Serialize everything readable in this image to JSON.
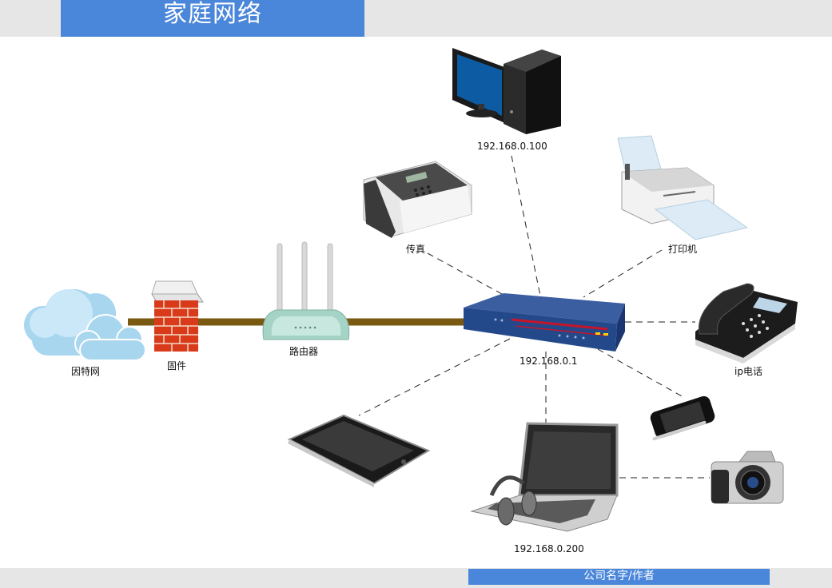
{
  "header": {
    "title": "家庭网络"
  },
  "footer": {
    "author": "公司名字/作者"
  },
  "nodes": {
    "internet": "因特网",
    "firewall": "固件",
    "router": "路由器",
    "switch_ip": "192.168.0.1",
    "desktop_ip": "192.168.0.100",
    "fax": "传真",
    "printer": "打印机",
    "ip_phone": "ip电话",
    "laptop_ip": "192.168.0.200"
  },
  "colors": {
    "title_bg": "#4a86d9",
    "bar_bg": "#e6e6e6",
    "backbone": "#7a5a10",
    "switch_body": "#2a4d8a"
  }
}
